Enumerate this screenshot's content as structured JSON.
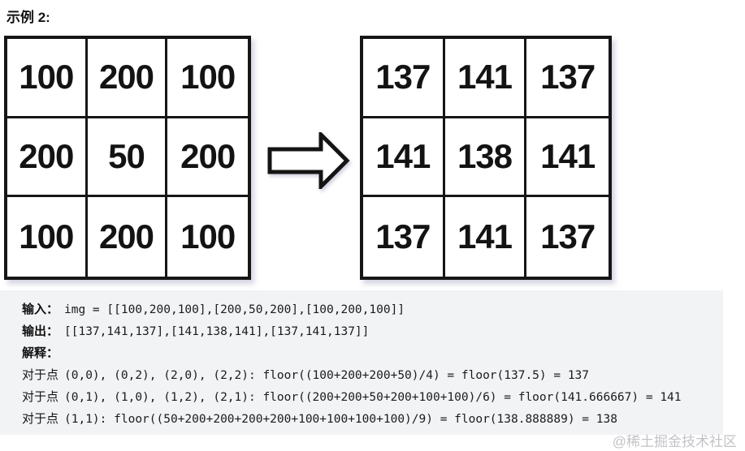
{
  "title": "示例 2:",
  "input_grid": {
    "rows": [
      [
        "100",
        "200",
        "100"
      ],
      [
        "200",
        "50",
        "200"
      ],
      [
        "100",
        "200",
        "100"
      ]
    ]
  },
  "output_grid": {
    "rows": [
      [
        "137",
        "141",
        "137"
      ],
      [
        "141",
        "138",
        "141"
      ],
      [
        "137",
        "141",
        "137"
      ]
    ]
  },
  "icons": {
    "transform_arrow": "right-arrow"
  },
  "code_block": {
    "input_label": "输入：",
    "input_value": "img = [[100,200,100],[200,50,200],[100,200,100]]",
    "output_label": "输出：",
    "output_value": "[[137,141,137],[141,138,141],[137,141,137]]",
    "explanation_label": "解释：",
    "lines": [
      {
        "prefix": "对于点",
        "text": "(0,0), (0,2), (2,0), (2,2): floor((100+200+200+50)/4) = floor(137.5) = 137"
      },
      {
        "prefix": "对于点",
        "text": "(0,1), (1,0), (1,2), (2,1): floor((200+200+50+200+100+100)/6) = floor(141.666667) = 141"
      },
      {
        "prefix": "对于点",
        "text": "(1,1): floor((50+200+200+200+200+100+100+100+100)/9) = floor(138.888889) = 138"
      }
    ]
  },
  "watermark": "@稀土掘金技术社区",
  "colors": {
    "grid_border": "#161616",
    "code_background": "#f2f3f5",
    "text": "#151515",
    "watermark": "#c3c3c7"
  }
}
